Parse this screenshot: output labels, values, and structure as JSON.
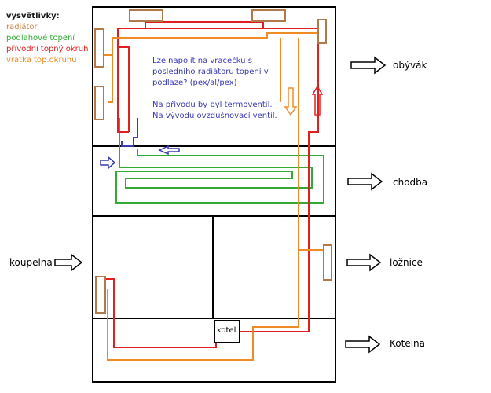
{
  "legend": {
    "title": "vysvětlivky:",
    "items": [
      {
        "label": "radiátor",
        "color": "#c8864a"
      },
      {
        "label": "podlahové topení",
        "color": "#33aa33"
      },
      {
        "label": "přívodní topný okruh",
        "color": "#e02020"
      },
      {
        "label": "vratka top.okruhu",
        "color": "#f08c28"
      }
    ]
  },
  "note": {
    "lines": [
      "Lze napojit na vracečku s",
      "posledního radiátoru  topení v",
      "podlaze? (pex/al/pex)",
      "",
      "Na přívodu by byl termoventil.",
      "Na vývodu ovzdušnovací ventil."
    ],
    "color": "#3a3ab4"
  },
  "rooms": {
    "obyvak": "obývák",
    "chodba": "chodba",
    "koupelna": "koupelna",
    "loznice": "ložnice",
    "kotelna": "Kotelna"
  },
  "kotel": "kotel"
}
